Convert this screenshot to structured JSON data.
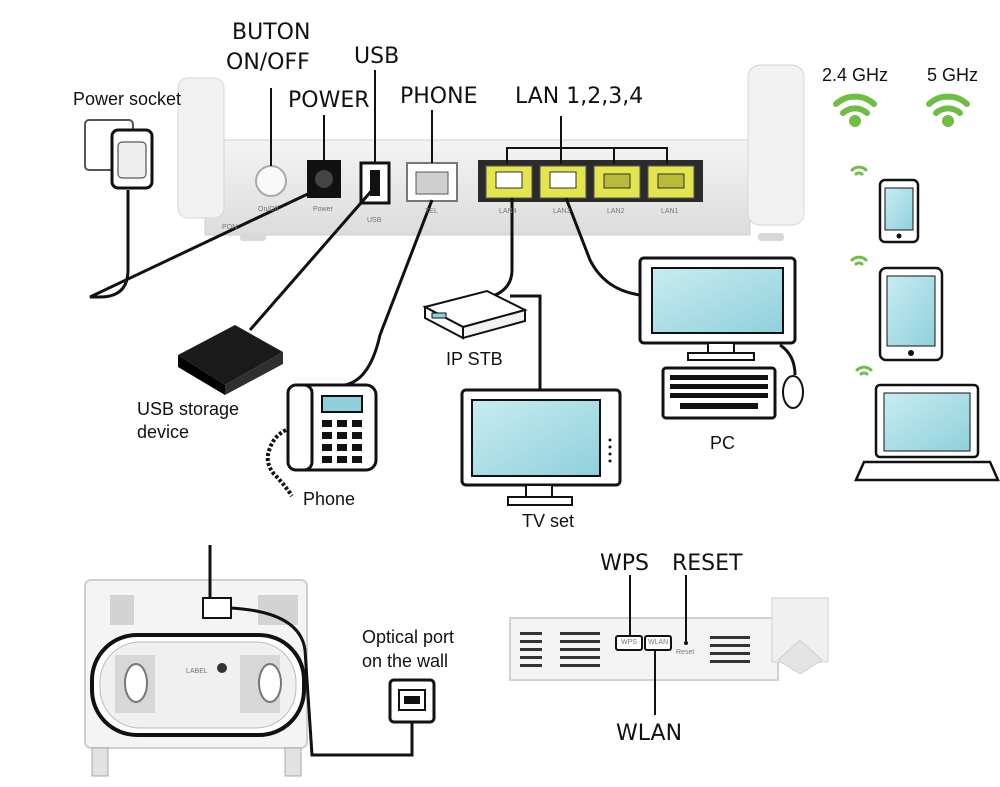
{
  "labels": {
    "button_onoff_1": "BUTON",
    "button_onoff_2": "ON/OFF",
    "usb": "USB",
    "power": "POWER",
    "phone_port": "PHONE",
    "lan": "LAN 1,2,3,4",
    "power_socket": "Power socket",
    "usb_storage_1": "USB storage",
    "usb_storage_2": "device",
    "phone": "Phone",
    "ip_stb": "IP STB",
    "tv_set": "TV set",
    "pc": "PC",
    "wifi_24": "2.4 GHz",
    "wifi_5": "5 GHz",
    "optical_1": "Optical port",
    "optical_2": "on the wall",
    "wps": "WPS",
    "reset": "RESET",
    "wlan": "WLAN"
  },
  "router_markings": {
    "pon": "PON",
    "onoff": "On/Off",
    "power": "Power",
    "usb": "USB",
    "tel": "TEL",
    "lan4": "LAN4",
    "lan3": "LAN3",
    "lan2": "LAN2",
    "lan1": "LAN1",
    "label": "LABEL",
    "side_wps": "WPS",
    "side_wlan": "WLAN",
    "side_reset": "Reset"
  },
  "colors": {
    "wifi_green": "#6fbe44",
    "lan_yellow": "#e4e44e",
    "screen_blue": "#aee0e8",
    "dark": "#1a1a1a"
  }
}
